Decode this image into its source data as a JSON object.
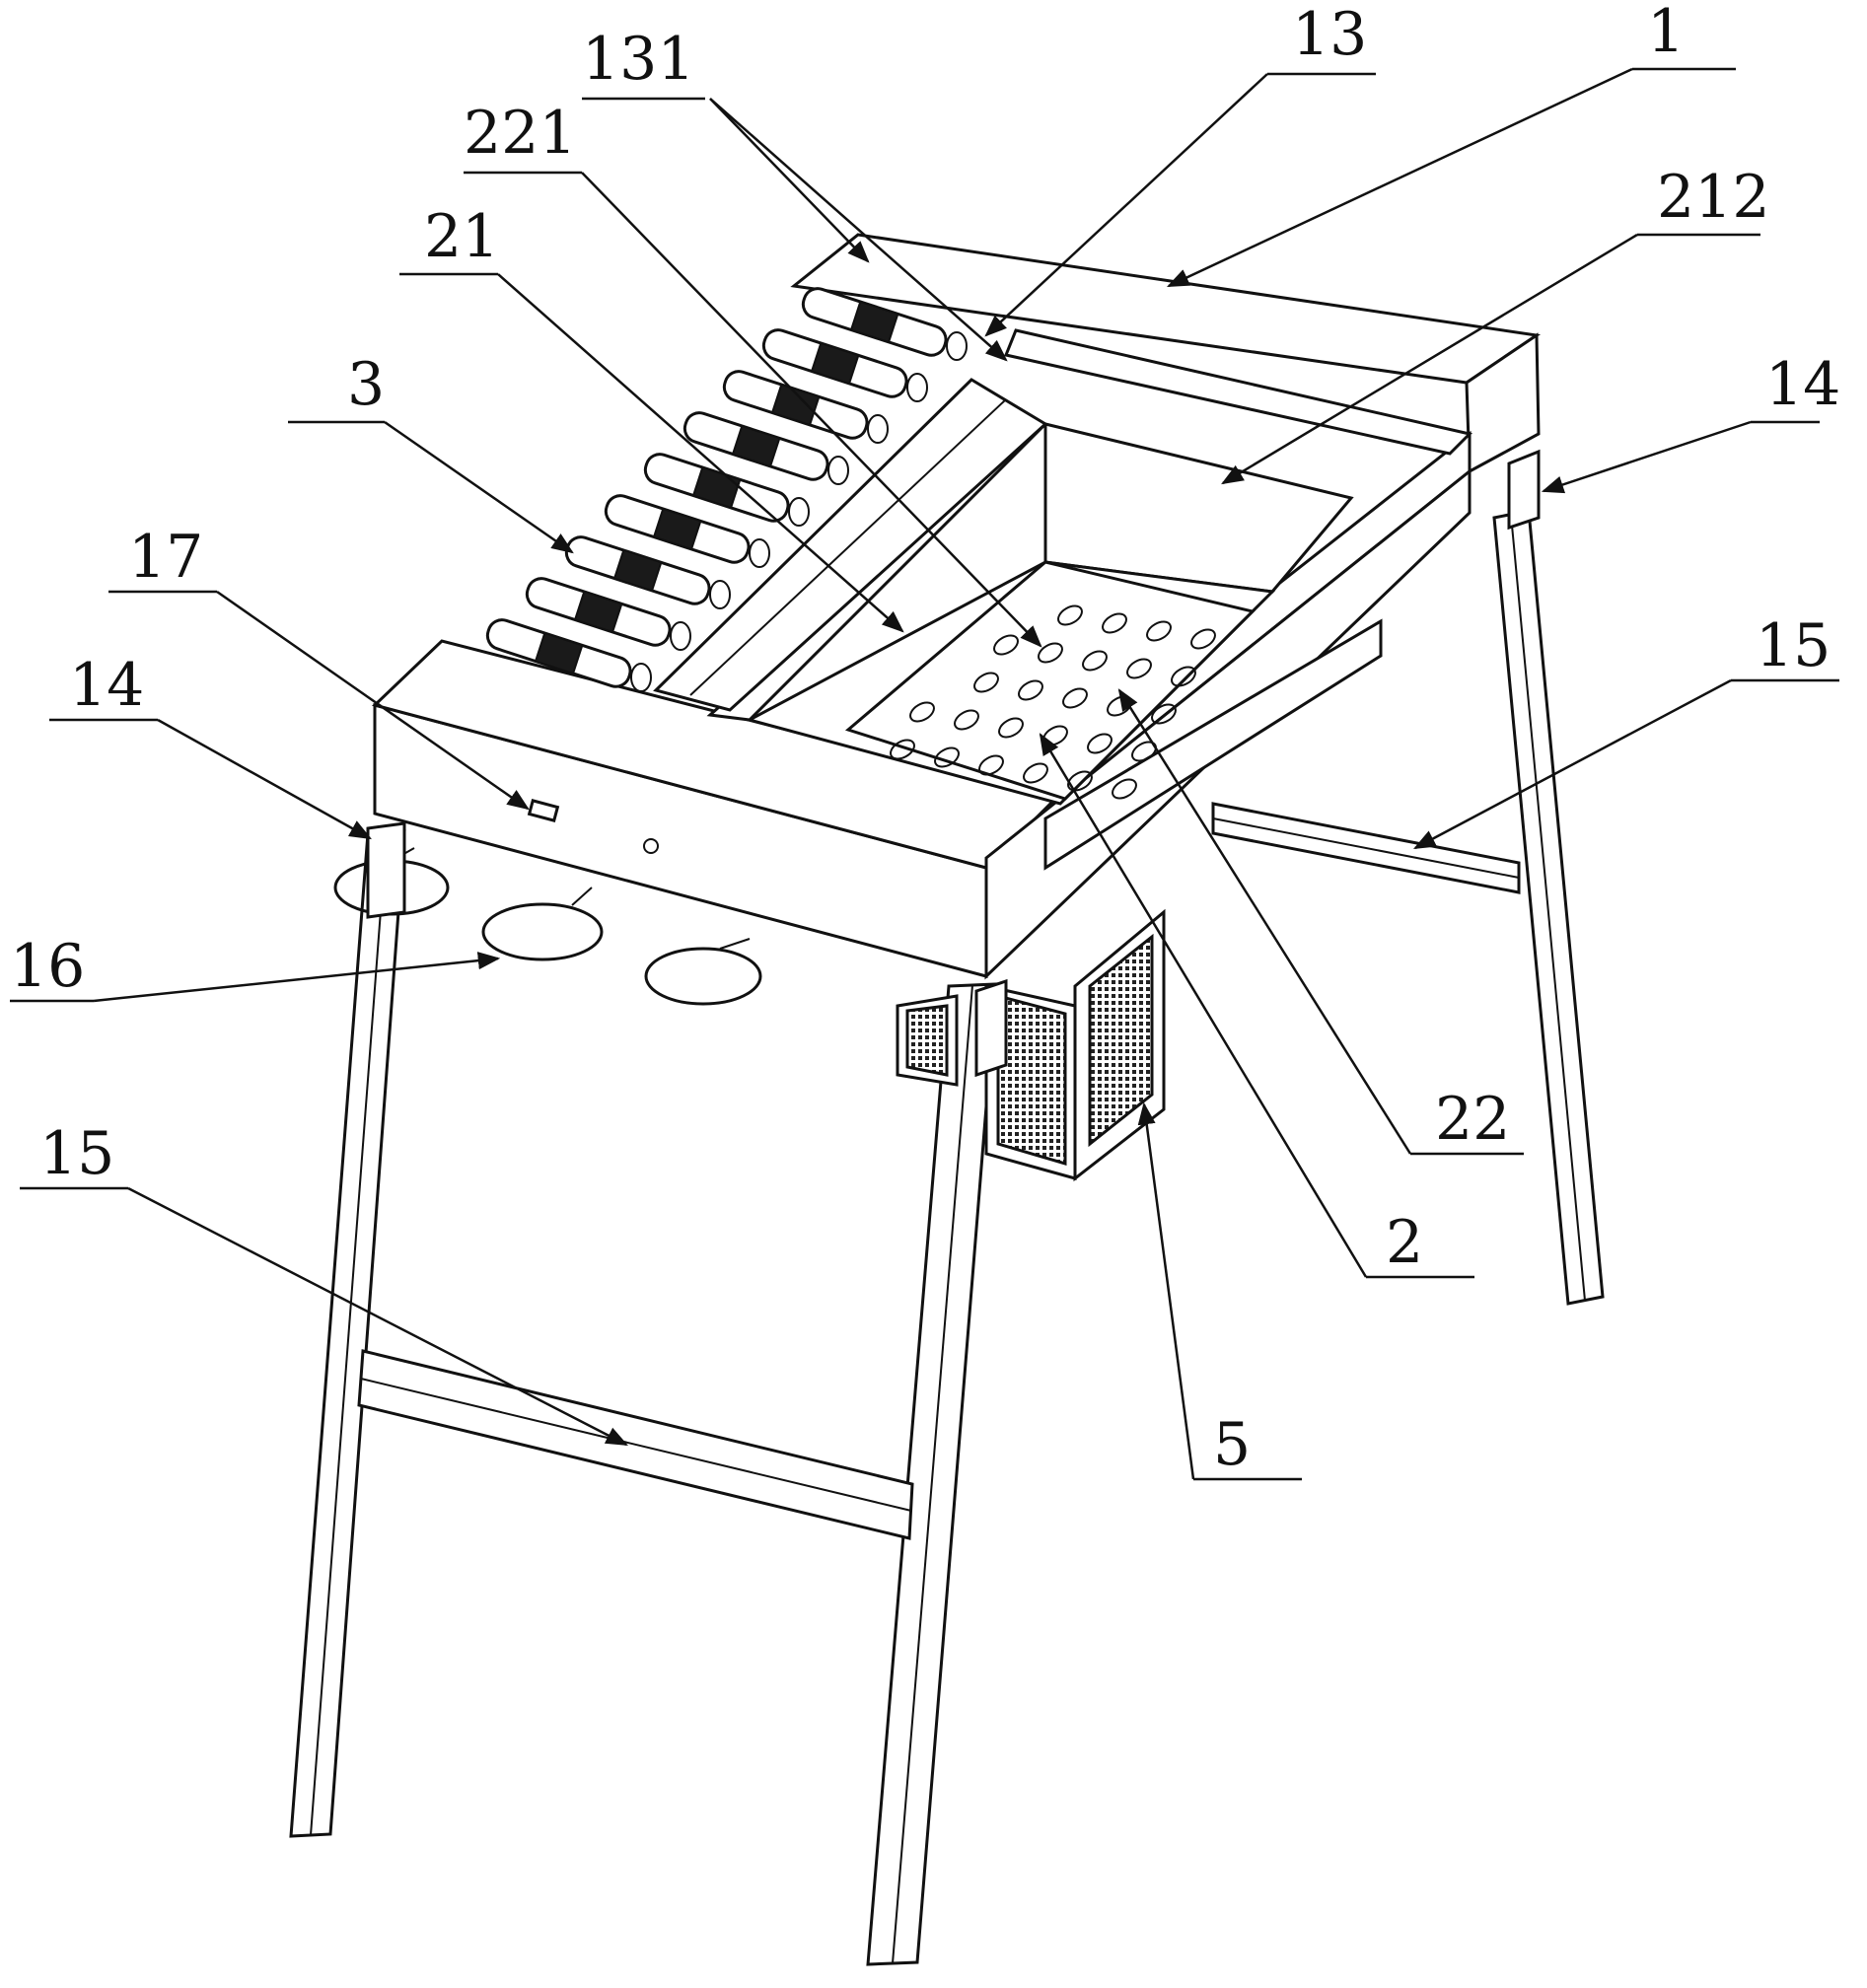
{
  "labels": [
    {
      "id": "131",
      "text": "131"
    },
    {
      "id": "13",
      "text": "13"
    },
    {
      "id": "1",
      "text": "1"
    },
    {
      "id": "221",
      "text": "221"
    },
    {
      "id": "212",
      "text": "212"
    },
    {
      "id": "21",
      "text": "21"
    },
    {
      "id": "14a",
      "text": "14"
    },
    {
      "id": "3",
      "text": "3"
    },
    {
      "id": "15a",
      "text": "15"
    },
    {
      "id": "17",
      "text": "17"
    },
    {
      "id": "14b",
      "text": "14"
    },
    {
      "id": "16",
      "text": "16"
    },
    {
      "id": "22",
      "text": "22"
    },
    {
      "id": "15b",
      "text": "15"
    },
    {
      "id": "2",
      "text": "2"
    },
    {
      "id": "5",
      "text": "5"
    }
  ]
}
